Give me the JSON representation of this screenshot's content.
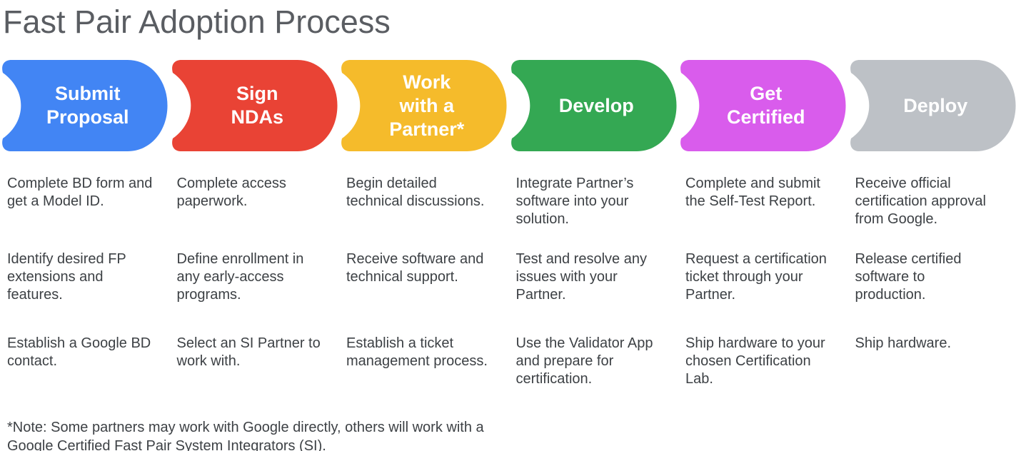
{
  "title": "Fast Pair Adoption Process",
  "steps": [
    {
      "label": "Submit\nProposal",
      "color": "#4285F4",
      "details": [
        "Complete BD form and\nget a Model ID.",
        "Identify desired FP\nextensions and\nfeatures.",
        "Establish a Google BD\ncontact."
      ]
    },
    {
      "label": "Sign\nNDAs",
      "color": "#E94335",
      "details": [
        "Complete access\npaperwork.",
        "Define enrollment in\nany early-access\nprograms.",
        "Select an SI Partner to\nwork with."
      ]
    },
    {
      "label": "Work\nwith a\nPartner*",
      "color": "#F5BB2B",
      "details": [
        "Begin detailed\ntechnical discussions.",
        "Receive software and\ntechnical support.",
        "Establish a ticket\nmanagement process."
      ]
    },
    {
      "label": "Develop",
      "color": "#34A853",
      "details": [
        "Integrate Partner’s\nsoftware into your\nsolution.",
        "Test and resolve any\nissues with your\nPartner.",
        "Use the Validator App\nand prepare for\ncertification."
      ]
    },
    {
      "label": "Get\nCertified",
      "color": "#D95CEC",
      "details": [
        "Complete and submit\nthe Self-Test Report.",
        "Request a certification\nticket through your\nPartner.",
        "Ship hardware to your\nchosen Certification\nLab."
      ]
    },
    {
      "label": "Deploy",
      "color": "#BDC1C6",
      "details": [
        "Receive official\ncertification approval\nfrom Google.",
        "Release certified\nsoftware to\nproduction.",
        "Ship hardware."
      ]
    }
  ],
  "footnote": "*Note: Some partners may work with Google directly, others will work with a\nGoogle Certified Fast Pair System Integrators (SI)."
}
